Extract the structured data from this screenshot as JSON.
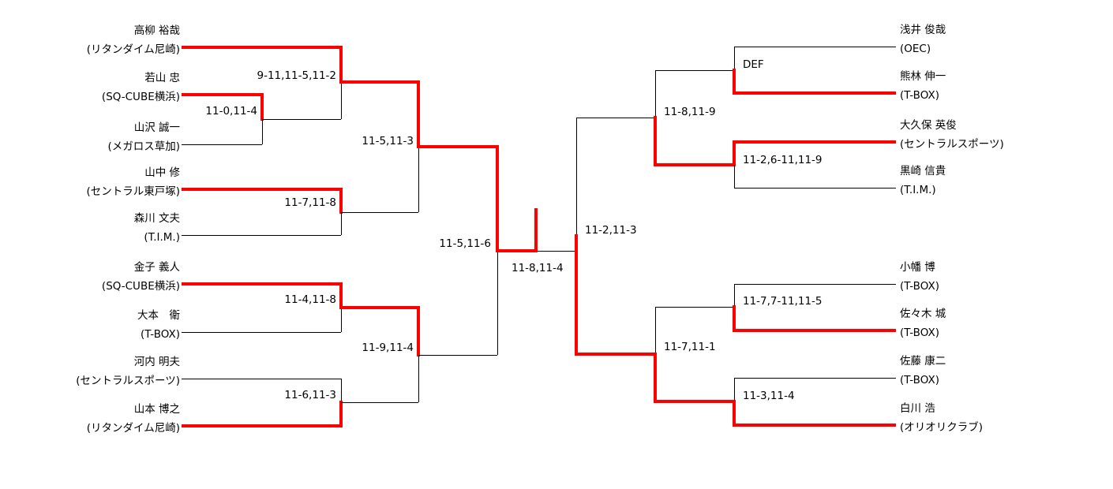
{
  "colors": {
    "winner_path": "#ff0000",
    "line": "#000000"
  },
  "players": {
    "left": [
      {
        "name": "高柳 裕哉",
        "club": "(リタンダイム尼崎)"
      },
      {
        "name": "若山 忠",
        "club": "(SQ-CUBE横浜)"
      },
      {
        "name": "山沢 誠一",
        "club": "(メガロス草加)"
      },
      {
        "name": "山中 修",
        "club": "(セントラル東戸塚)"
      },
      {
        "name": "森川 文夫",
        "club": "(T.I.M.)"
      },
      {
        "name": "金子 義人",
        "club": "(SQ-CUBE横浜)"
      },
      {
        "name": "大本　衛",
        "club": "(T-BOX)"
      },
      {
        "name": "河内 明夫",
        "club": "(セントラルスポーツ)"
      },
      {
        "name": "山本 博之",
        "club": "(リタンダイム尼崎)"
      }
    ],
    "right": [
      {
        "name": "浅井 俊哉",
        "club": "(OEC)"
      },
      {
        "name": "熊林 伸一",
        "club": "(T-BOX)"
      },
      {
        "name": "大久保 英俊",
        "club": "(セントラルスポーツ)"
      },
      {
        "name": "黒崎 信貴",
        "club": "(T.I.M.)"
      },
      {
        "name": "小幡 博",
        "club": "(T-BOX)"
      },
      {
        "name": "佐々木 城",
        "club": "(T-BOX)"
      },
      {
        "name": "佐藤 康二",
        "club": "(T-BOX)"
      },
      {
        "name": "白川 浩",
        "club": "(オリオリクラブ)"
      }
    ]
  },
  "matches": [
    {
      "round": "preliminary-left",
      "a": "若山 忠",
      "b": "山沢 誠一",
      "score": "11-0,11-4",
      "winner": "若山 忠"
    },
    {
      "round": "round1-left",
      "a": "高柳 裕哉",
      "b": "若山 忠",
      "score": "9-11,11-5,11-2",
      "winner": "高柳 裕哉"
    },
    {
      "round": "round1-left",
      "a": "山中 修",
      "b": "森川 文夫",
      "score": "11-7,11-8",
      "winner": "山中 修"
    },
    {
      "round": "round1-left",
      "a": "金子 義人",
      "b": "大本　衛",
      "score": "11-4,11-8",
      "winner": "金子 義人"
    },
    {
      "round": "round1-left",
      "a": "河内 明夫",
      "b": "山本 博之",
      "score": "11-6,11-3",
      "winner": "山本 博之"
    },
    {
      "round": "quarterfinal-left",
      "a": "高柳 裕哉",
      "b": "山中 修",
      "score": "11-5,11-3",
      "winner": "高柳 裕哉"
    },
    {
      "round": "quarterfinal-left",
      "a": "金子 義人",
      "b": "山本 博之",
      "score": "11-9,11-4",
      "winner": "金子 義人"
    },
    {
      "round": "semifinal-left",
      "a": "高柳 裕哉",
      "b": "金子 義人",
      "score": "11-5,11-6",
      "winner": "高柳 裕哉"
    },
    {
      "round": "round1-right",
      "a": "浅井 俊哉",
      "b": "熊林 伸一",
      "score": "DEF",
      "winner": "熊林 伸一"
    },
    {
      "round": "round1-right",
      "a": "大久保 英俊",
      "b": "黒崎 信貴",
      "score": "11-2,6-11,11-9",
      "winner": "大久保 英俊"
    },
    {
      "round": "round1-right",
      "a": "小幡 博",
      "b": "佐々木 城",
      "score": "11-7,7-11,11-5",
      "winner": "佐々木 城"
    },
    {
      "round": "round1-right",
      "a": "佐藤 康二",
      "b": "白川 浩",
      "score": "11-3,11-4",
      "winner": "白川 浩"
    },
    {
      "round": "quarterfinal-right",
      "a": "熊林 伸一",
      "b": "大久保 英俊",
      "score": "11-8,11-9",
      "winner": "大久保 英俊"
    },
    {
      "round": "quarterfinal-right",
      "a": "佐々木 城",
      "b": "白川 浩",
      "score": "11-7,11-1",
      "winner": "白川 浩"
    },
    {
      "round": "semifinal-right",
      "a": "大久保 英俊",
      "b": "白川 浩",
      "score": "11-2,11-3",
      "winner": "白川 浩"
    },
    {
      "round": "final",
      "a": "高柳 裕哉",
      "b": "白川 浩",
      "score": "11-8,11-4",
      "winner": "高柳 裕哉"
    }
  ],
  "champion": "高柳 裕哉"
}
